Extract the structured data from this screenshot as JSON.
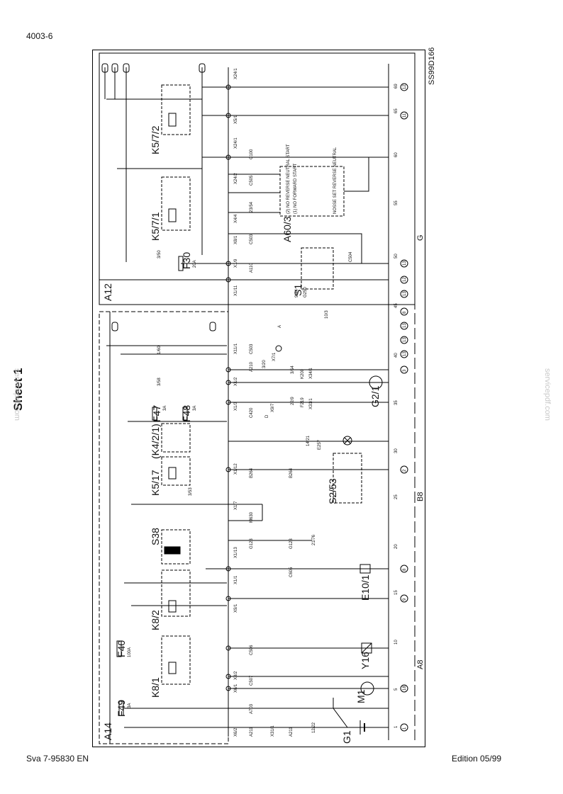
{
  "header": {
    "doc_number": "4003-6"
  },
  "footer": {
    "left": "Sva 7-95830 EN",
    "right": "Edition 05/99"
  },
  "sheet": {
    "label": "Sheet 1"
  },
  "watermark": {
    "text": "servicepdf.com"
  },
  "diagram": {
    "drawing_id": "SS99D166",
    "units": {
      "a12": "A12",
      "a14": "A14",
      "a60": "A60/3"
    },
    "components": {
      "k5_7_2": "K5/7/2",
      "k5_7_1": "K5/7/1",
      "f30": "F30",
      "f30_rating": "20A",
      "s1": "S1",
      "f47": "F47",
      "f47_rating": "3A",
      "f48": "F48",
      "f48_rating": "3A",
      "k4_2_1": "(K4/2/1)",
      "k5_17": "K5/17",
      "s2_53": "S2/53",
      "s38": "S38",
      "e10_1": "E10/1",
      "k8_2": "K8/2",
      "f40": "F40",
      "f40_rating": "100A",
      "k8_1": "K8/1",
      "y16": "Y16",
      "f49": "F49",
      "f49_rating": "3A",
      "m1": "M1",
      "g1": "G1",
      "g2_1": "G2/1"
    },
    "wires": {
      "c100": "C100",
      "c505": "C505",
      "c503": "C503",
      "a110": "A110",
      "c504": "C504",
      "c503b": "C503",
      "a210": "A210",
      "k200": "K200",
      "f219": "F219",
      "c420": "C420",
      "e257": "E257",
      "b264": "B264",
      "b264b": "B264",
      "m630": "M630",
      "g123": "G123",
      "g123b": "G123",
      "c605": "C605",
      "c506": "C506",
      "c507": "C507",
      "a703": "A703",
      "a211": "A211",
      "a211b": "A211",
      "g250": "G250",
      "a": "A",
      "d": "D"
    },
    "connectors": {
      "x24_1a": "X24/1",
      "x5_1": "X5/1",
      "x24_1b": "X24/1",
      "x24_2": "X24/2",
      "x4_4": "X4/4",
      "x8_1": "X8/1",
      "x1_9": "X1/9",
      "x1_11": "X1/11",
      "x11_1": "X11/1",
      "x1_2": "X1/2",
      "x1_3": "X1/3",
      "x1_7": "X1/7",
      "x1_12": "X1/12",
      "x1_13": "X1/13",
      "x1_1": "X1/1",
      "x9_1": "X9/1",
      "x8_2": "X8/2",
      "x6_1": "X6/1",
      "x6_2": "X6/2",
      "x7_1": "X7/1",
      "x34_1": "X34/1",
      "x31_1": "X31/1",
      "x9_7": "X9/7",
      "x31_1b": "X31/1"
    },
    "refs": {
      "r_1_60": "1/60",
      "r_3_58": "3/58",
      "r_3_50": "3/50",
      "r_3_54": "3/54",
      "r_3_20": "3/20",
      "r_22_9": "22/9",
      "r_14_21": "14/21",
      "r_3_53": "3/53",
      "r_21_76": "21/76",
      "r_12_22": "12/22",
      "r_10_3": "10/3",
      "r_9_44": "9/44",
      "r_23_54": "23/54"
    },
    "rails": {
      "g": "G",
      "b8": "B8",
      "a8": "A8"
    },
    "a60_text": {
      "line1": "(2) NO REVERSE NEUTRAL START",
      "line2": "(1) NO FORWARD START",
      "line3": "NOSSE SET REVERSE NEUTRAL"
    },
    "col_numbers": [
      "69",
      "65",
      "60",
      "55",
      "50",
      "45",
      "40",
      "35",
      "30",
      "25",
      "20",
      "15",
      "10",
      "5",
      "1"
    ],
    "bubbles": [
      "12",
      "11",
      "13",
      "12",
      "13",
      "8",
      "13",
      "13",
      "13",
      "3",
      "2",
      "8",
      "9",
      "18",
      "1"
    ]
  }
}
